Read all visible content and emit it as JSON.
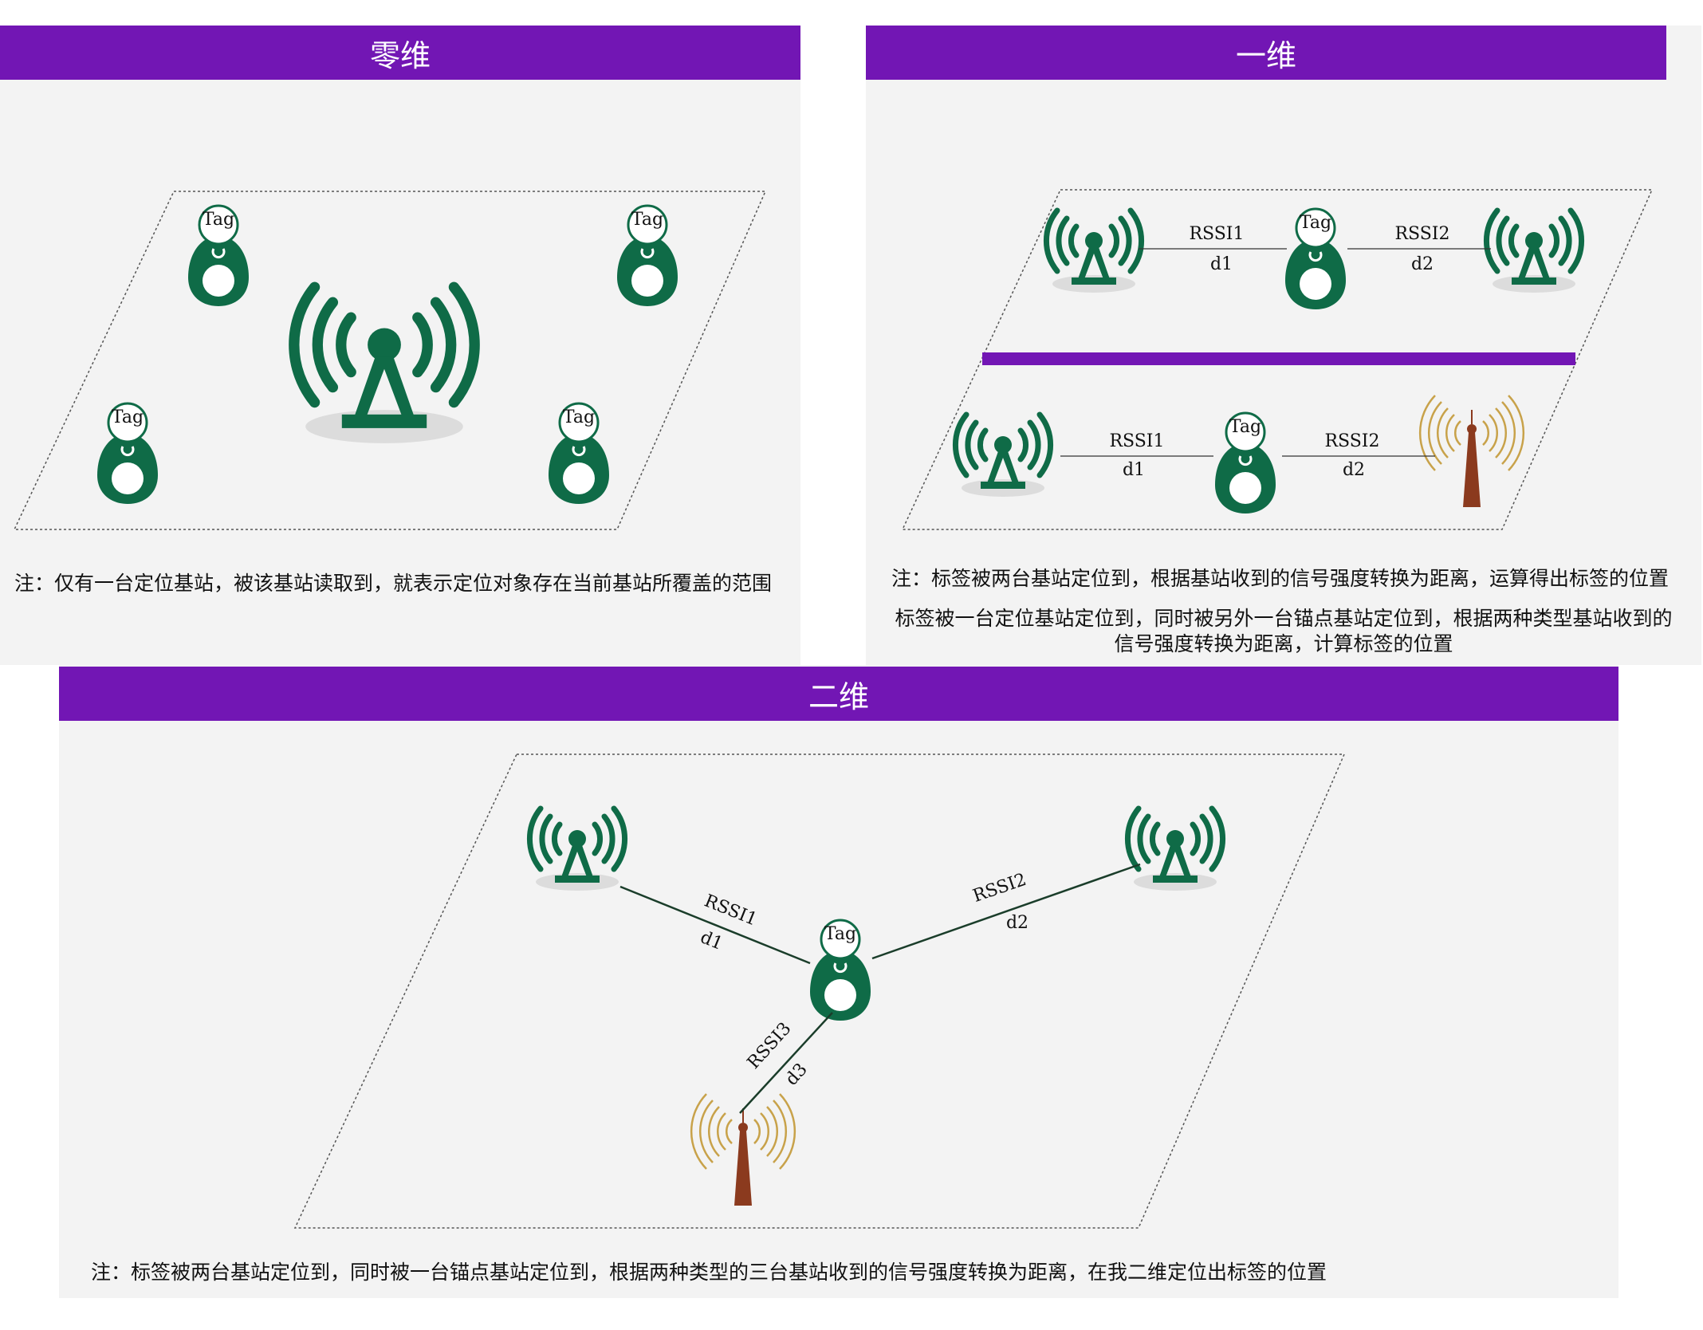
{
  "panels": {
    "zero_dim": {
      "title": "零维",
      "tag_label": "Tag",
      "note": "注：仅有一台定位基站，被该基站读取到，就表示定位对象存在当前基站所覆盖的范围"
    },
    "one_dim": {
      "title": "一维",
      "tag_label": "Tag",
      "row1": {
        "left_label": "RSSI1",
        "left_dist": "d1",
        "right_label": "RSSI2",
        "right_dist": "d2"
      },
      "row2": {
        "left_label": "RSSI1",
        "left_dist": "d1",
        "right_label": "RSSI2",
        "right_dist": "d2"
      },
      "note1": "注：标签被两台基站定位到，根据基站收到的信号强度转换为距离，运算得出标签的位置",
      "note2_line1": "标签被一台定位基站定位到，同时被另外一台锚点基站定位到，根据两种类型基站收到的",
      "note2_line2": "信号强度转换为距离，计算标签的位置"
    },
    "two_dim": {
      "title": "二维",
      "tag_label": "Tag",
      "link1_label": "RSSI1",
      "link1_dist": "d1",
      "link2_label": "RSSI2",
      "link2_dist": "d2",
      "link3_label": "RSSI3",
      "link3_dist": "d3",
      "note": "注：标签被两台基站定位到，同时被一台锚点基站定位到，根据两种类型的三台基站收到的信号强度转换为距离，在我二维定位出标签的位置"
    }
  },
  "colors": {
    "banner": "#7216b4",
    "station_green": "#0f6b47",
    "anchor_brown": "#8b3a1e",
    "anchor_wave": "#c8a24a",
    "panel_bg": "#f3f3f3"
  },
  "icons": [
    "base-station-icon",
    "tag-icon",
    "anchor-station-icon"
  ]
}
